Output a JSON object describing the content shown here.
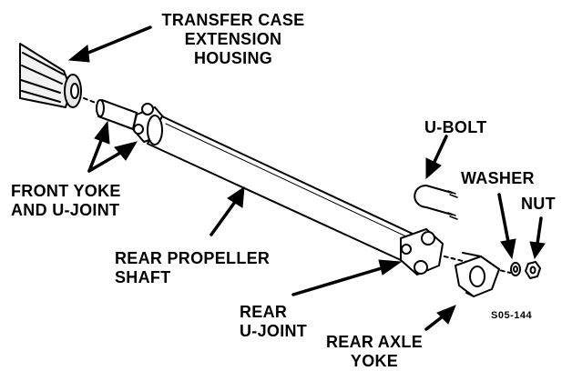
{
  "labels": {
    "transfer_case": "TRANSFER CASE\nEXTENSION\nHOUSING",
    "front_yoke": "FRONT YOKE\nAND U-JOINT",
    "rear_shaft": "REAR PROPELLER\nSHAFT",
    "rear_ujoint": "REAR\nU-JOINT",
    "rear_axle_yoke": "REAR AXLE\nYOKE",
    "u_bolt": "U-BOLT",
    "washer": "WASHER",
    "nut": "NUT",
    "figure_code": "S05-144"
  },
  "colors": {
    "background": "#ffffff",
    "ink": "#000000"
  }
}
